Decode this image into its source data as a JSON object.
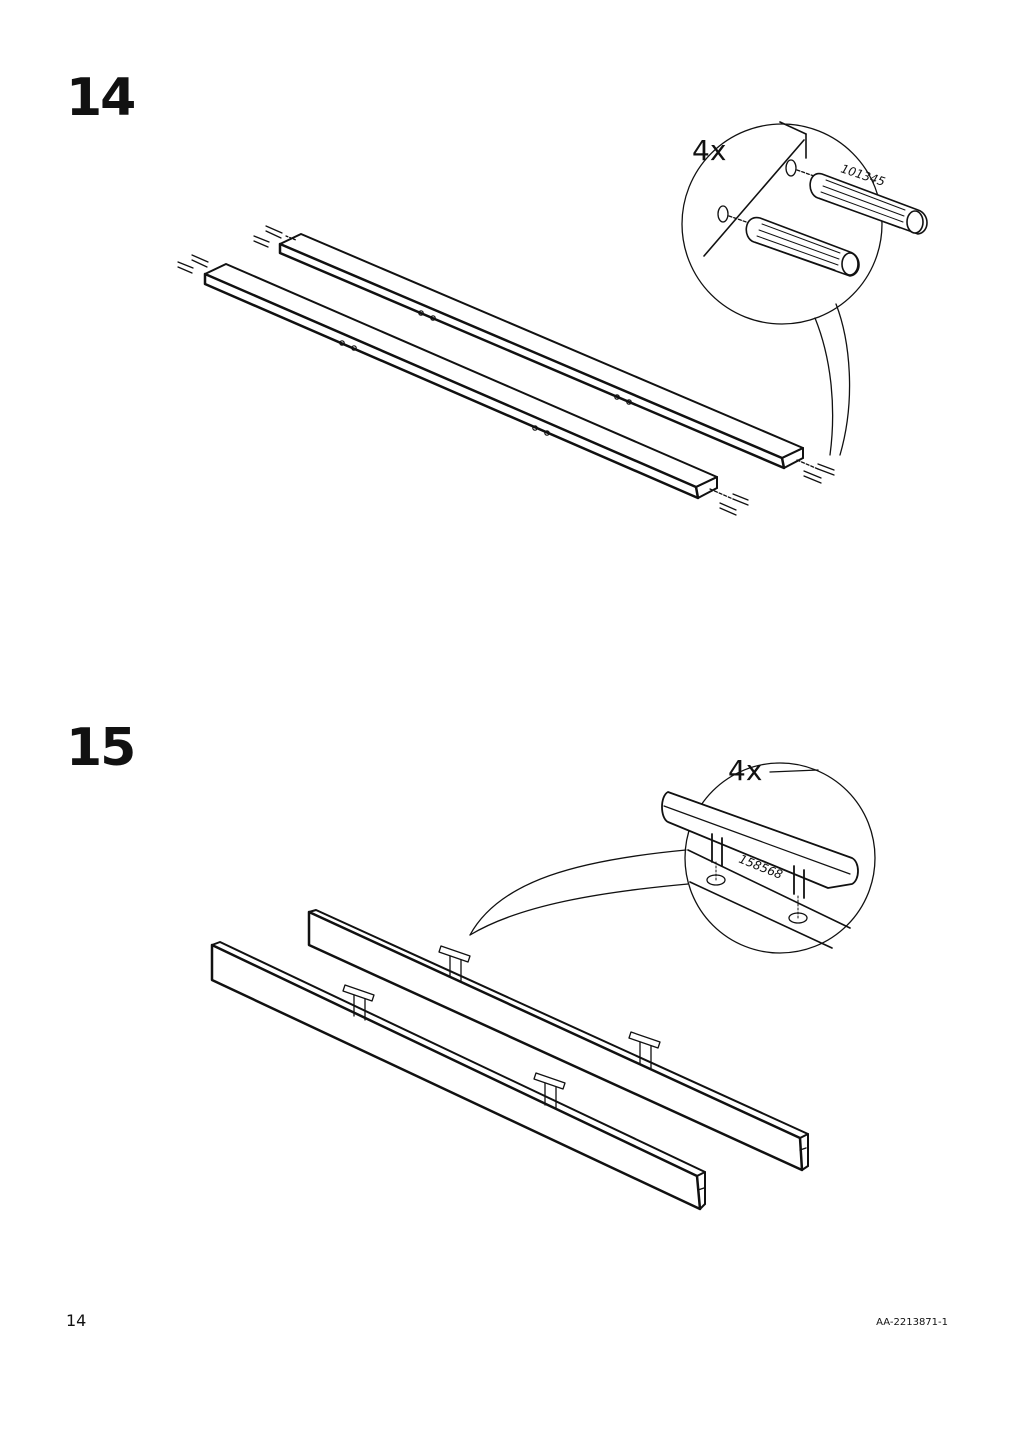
{
  "steps": [
    {
      "number": "14",
      "detail": {
        "quantity": "4x",
        "part_number": "101345",
        "part_icon": "wooden-dowel-icon"
      }
    },
    {
      "number": "15",
      "detail": {
        "quantity": "4x",
        "part_number": "158568",
        "part_icon": "slat-holder-clip-icon"
      }
    }
  ],
  "footer": {
    "page_number": "14",
    "doc_code": "AA-2213871-1"
  },
  "colors": {
    "ink": "#111111",
    "paper": "#ffffff"
  }
}
